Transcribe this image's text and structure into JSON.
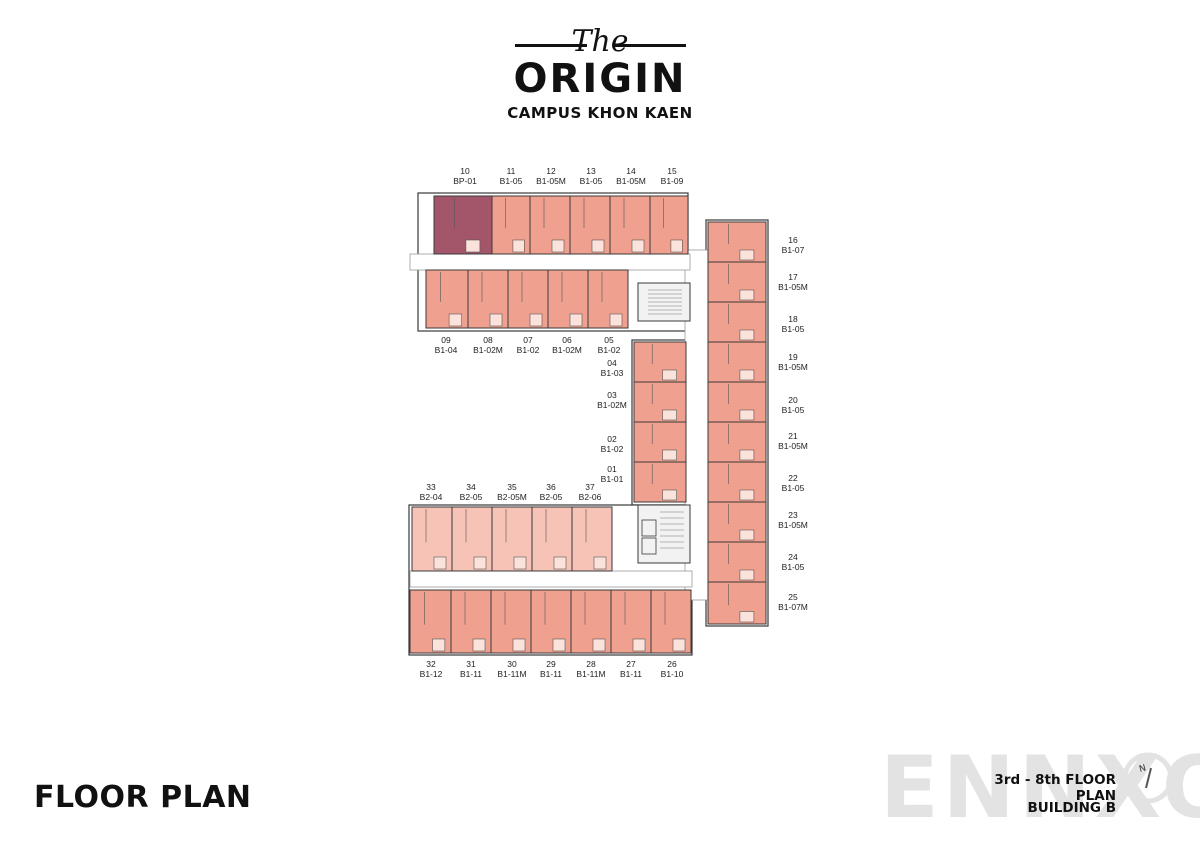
{
  "brand": {
    "the": "The",
    "name": "ORIGIN",
    "subtitle": "CAMPUS KHON KAEN"
  },
  "page_title": "FLOOR PLAN",
  "floor_range": "3rd - 8th FLOOR PLAN",
  "building": "BUILDING B",
  "watermark": "ENNXO",
  "compass": {
    "letter": "N"
  },
  "colors": {
    "unit": "#f0a08e",
    "unit_dark": "#a3566a",
    "unit_light": "#f6c3b6",
    "wall": "#3a3a3a",
    "corridor": "#ffffff",
    "core": "#f2f2f2"
  },
  "units": [
    {
      "no": "10",
      "type": "BP-01",
      "tone": "dark"
    },
    {
      "no": "11",
      "type": "B1-05"
    },
    {
      "no": "12",
      "type": "B1-05M"
    },
    {
      "no": "13",
      "type": "B1-05"
    },
    {
      "no": "14",
      "type": "B1-05M"
    },
    {
      "no": "15",
      "type": "B1-09"
    },
    {
      "no": "16",
      "type": "B1-07"
    },
    {
      "no": "17",
      "type": "B1-05M"
    },
    {
      "no": "18",
      "type": "B1-05"
    },
    {
      "no": "19",
      "type": "B1-05M"
    },
    {
      "no": "20",
      "type": "B1-05"
    },
    {
      "no": "21",
      "type": "B1-05M"
    },
    {
      "no": "22",
      "type": "B1-05"
    },
    {
      "no": "23",
      "type": "B1-05M"
    },
    {
      "no": "24",
      "type": "B1-05"
    },
    {
      "no": "25",
      "type": "B1-07M"
    },
    {
      "no": "09",
      "type": "B1-04"
    },
    {
      "no": "08",
      "type": "B1-02M"
    },
    {
      "no": "07",
      "type": "B1-02"
    },
    {
      "no": "06",
      "type": "B1-02M"
    },
    {
      "no": "05",
      "type": "B1-02"
    },
    {
      "no": "04",
      "type": "B1-03"
    },
    {
      "no": "03",
      "type": "B1-02M"
    },
    {
      "no": "02",
      "type": "B1-02"
    },
    {
      "no": "01",
      "type": "B1-01"
    },
    {
      "no": "33",
      "type": "B2-04",
      "tone": "light"
    },
    {
      "no": "34",
      "type": "B2-05",
      "tone": "light"
    },
    {
      "no": "35",
      "type": "B2-05M",
      "tone": "light"
    },
    {
      "no": "36",
      "type": "B2-05",
      "tone": "light"
    },
    {
      "no": "37",
      "type": "B2-06",
      "tone": "light"
    },
    {
      "no": "32",
      "type": "B1-12"
    },
    {
      "no": "31",
      "type": "B1-11"
    },
    {
      "no": "30",
      "type": "B1-11M"
    },
    {
      "no": "29",
      "type": "B1-11"
    },
    {
      "no": "28",
      "type": "B1-11M"
    },
    {
      "no": "27",
      "type": "B1-11"
    },
    {
      "no": "26",
      "type": "B1-10"
    }
  ]
}
